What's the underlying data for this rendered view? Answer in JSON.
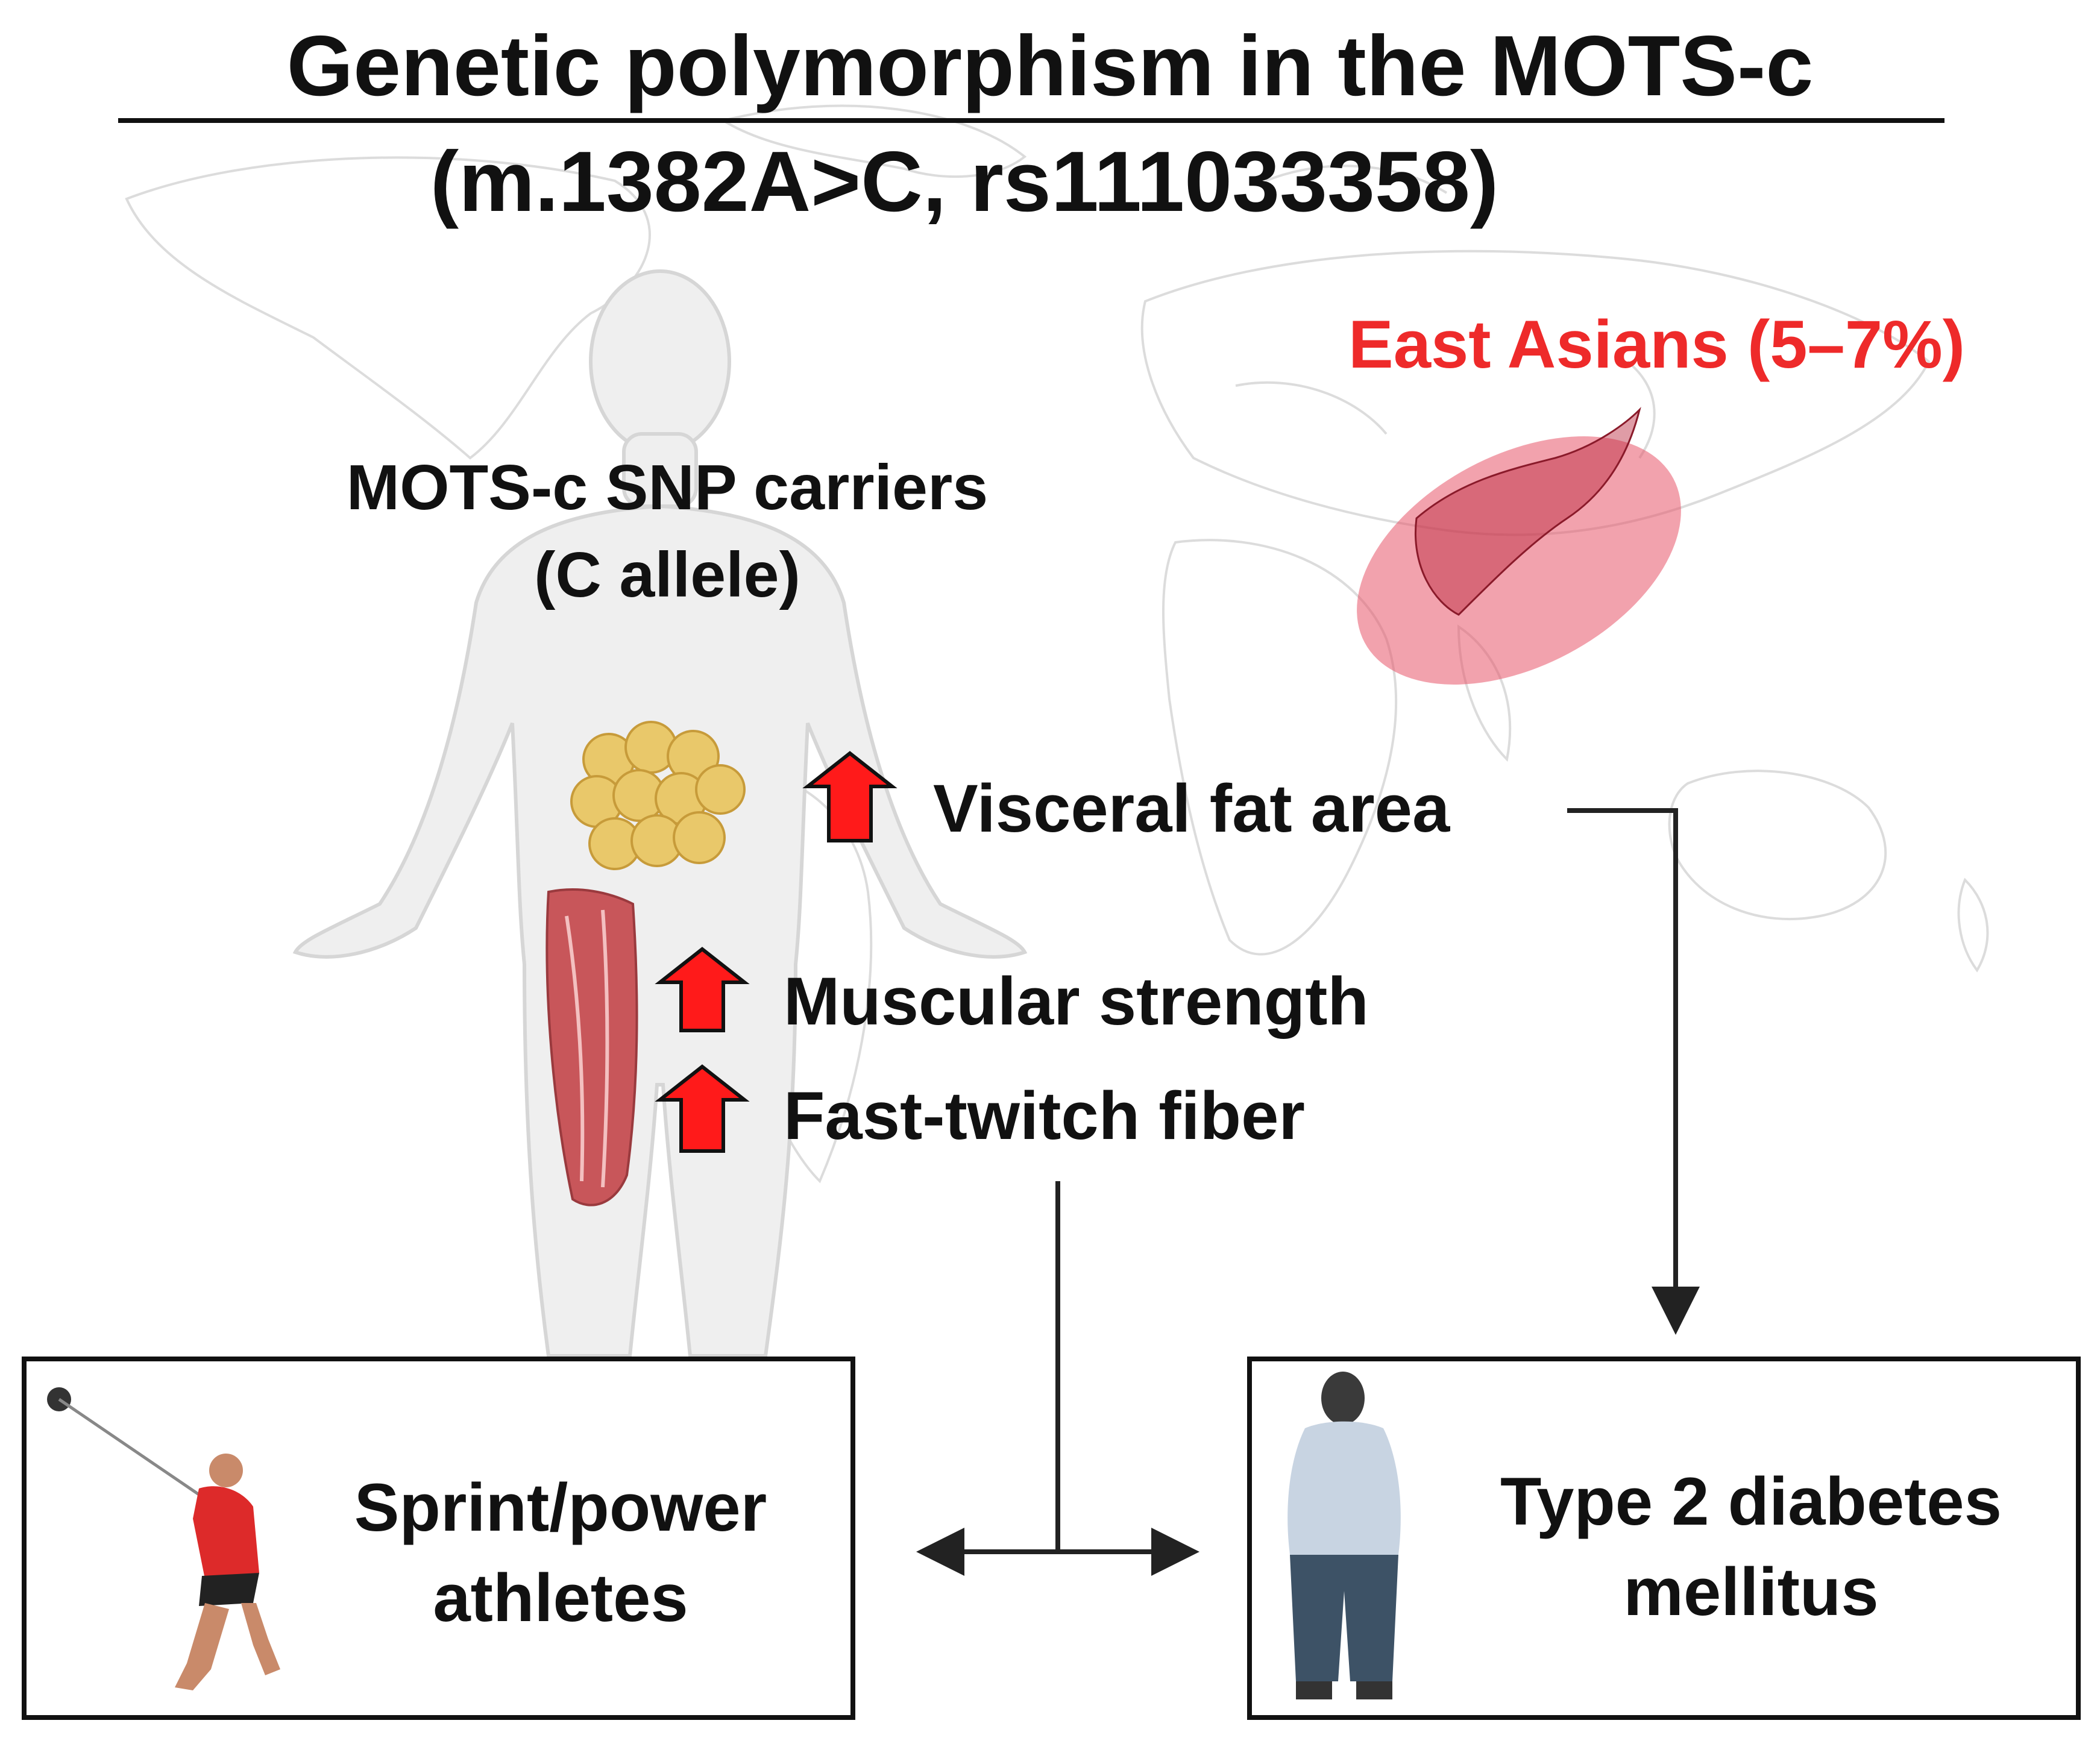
{
  "title": "Genetic polymorphism in the MOTS-c",
  "subtitle": "(m.1382A>C, rs111033358)",
  "population_label": "East Asians (5–7%)",
  "carrier_label": {
    "line1": "MOTS-c SNP carriers",
    "line2": "(C allele)"
  },
  "traits": [
    {
      "label": "Visceral fat area",
      "direction": "increase"
    },
    {
      "label": "Muscular strength",
      "direction": "increase"
    },
    {
      "label": "Fast-twitch fiber",
      "direction": "increase"
    }
  ],
  "outcomes": [
    {
      "line1": "Sprint/power",
      "line2": "athletes",
      "icon": "hammer-thrower-icon"
    },
    {
      "line1": "Type 2 diabetes",
      "line2": "mellitus",
      "icon": "obese-person-icon"
    }
  ],
  "colors": {
    "text": "#111111",
    "accent_red": "#ee2a2a",
    "highlight_ellipse": "#e8566a",
    "arrow_red": "#ff1a1a",
    "body_fill": "#eeeeee",
    "fat_fill": "#e9c86a",
    "muscle_fill": "#c8565a",
    "map_line": "#d9d9d9"
  }
}
